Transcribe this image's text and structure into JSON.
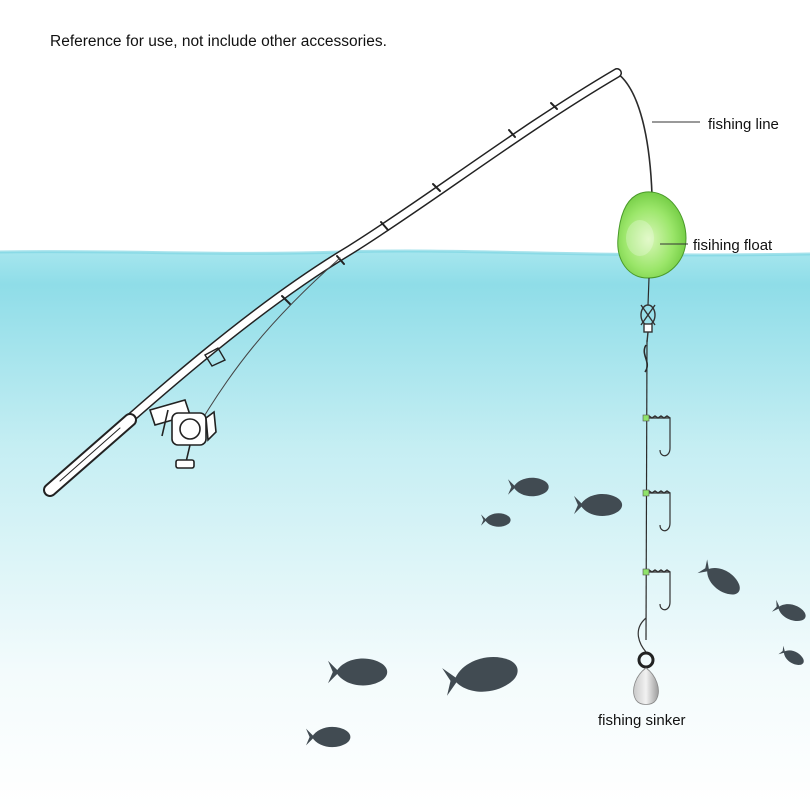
{
  "note": "Reference for use, not include other accessories.",
  "labels": {
    "line": "fishing line",
    "float": "fisihing float",
    "sinker": "fishing sinker"
  },
  "colors": {
    "water_top": "#a6e6ee",
    "water_bottom": "#ffffff",
    "float": "#8fe36a",
    "fish": "#414b52",
    "line": "#2b2b2b"
  },
  "icons": [
    "fishing-rod-icon",
    "spinning-reel-icon",
    "float-icon",
    "swivel-icon",
    "hook-icon",
    "sinker-icon",
    "fish-icon"
  ]
}
